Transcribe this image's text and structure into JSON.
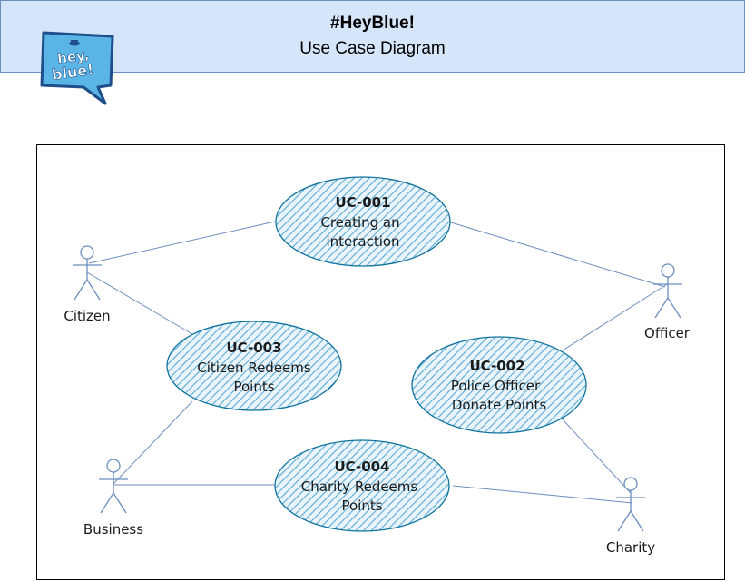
{
  "header": {
    "title": "#HeyBlue!",
    "subtitle": "Use Case Diagram",
    "logo_text": "hey, blue!"
  },
  "actors": {
    "citizen": "Citizen",
    "officer": "Officer",
    "business": "Business",
    "charity": "Charity"
  },
  "use_cases": {
    "uc1": {
      "id": "UC-001",
      "line1": "Creating an",
      "line2": "interaction"
    },
    "uc2": {
      "id": "UC-002",
      "line1": "Police Officer",
      "line2": "Donate Points"
    },
    "uc3": {
      "id": "UC-003",
      "line1": "Citizen Redeems",
      "line2": "Points"
    },
    "uc4": {
      "id": "UC-004",
      "line1": "Charity Redeems",
      "line2": "Points"
    }
  },
  "colors": {
    "header_bg": "#d6e6fa",
    "header_border": "#6c8ebf",
    "usecase_fill": "#b1ddf0",
    "usecase_stroke": "#10739e",
    "line": "#6c8ebf",
    "logo_bg": "#5ab4e5",
    "logo_border": "#1f4f8a"
  }
}
